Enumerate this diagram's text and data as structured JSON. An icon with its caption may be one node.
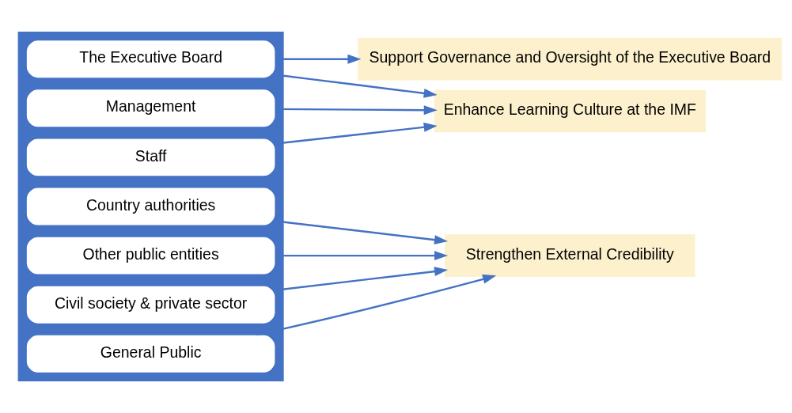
{
  "diagram": {
    "nodes": [
      {
        "text": [],
        "shape": "triangle"
      },
      {
        "text": [
          "The Executive Board"
        ],
        "in": 0
      },
      {
        "text": [
          "Management"
        ],
        "in": 0
      },
      {
        "text": [
          "Staff"
        ],
        "in": 0
      },
      {
        "text": [
          "Country authorities"
        ],
        "in": 0
      },
      {
        "text": [
          "Other public entities"
        ],
        "in": 0
      },
      {
        "text": [
          "Civil society & private sector"
        ],
        "in": 0
      },
      {
        "text": [
          "General Public"
        ],
        "in": 0
      },
      {
        "text": [
          "Support Governance and Oversight of the Executive Board"
        ]
      },
      {
        "text": [
          "Enhance Learning Culture at the IMF"
        ]
      },
      {
        "text": [
          "Strengthen External Credibility"
        ]
      }
    ],
    "edges": [
      {
        "from": 1,
        "to": 8,
        "arrow": "to"
      },
      {
        "from": 1,
        "to": 9,
        "arrow": "to"
      },
      {
        "from": 2,
        "to": 9,
        "arrow": "to"
      },
      {
        "from": 3,
        "to": 9,
        "arrow": "to"
      },
      {
        "from": 4,
        "to": 10,
        "arrow": "to"
      },
      {
        "from": 5,
        "to": 10,
        "arrow": "to"
      },
      {
        "from": 6,
        "to": 10,
        "arrow": "to"
      },
      {
        "from": 7,
        "to": 10,
        "arrow": "to"
      }
    ]
  }
}
